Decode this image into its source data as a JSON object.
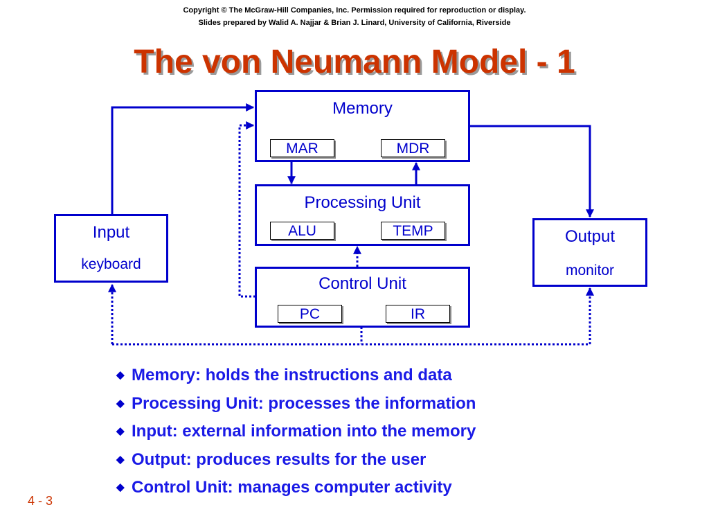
{
  "header": {
    "copyright": "Copyright © The McGraw-Hill Companies, Inc. Permission required for reproduction or display.",
    "prepared_by": "Slides prepared by Walid A. Najjar & Brian J. Linard, University of California, Riverside"
  },
  "title": "The von Neumann Model - 1",
  "diagram": {
    "memory": {
      "label": "Memory",
      "registers": [
        "MAR",
        "MDR"
      ]
    },
    "processing_unit": {
      "label": "Processing Unit",
      "registers": [
        "ALU",
        "TEMP"
      ]
    },
    "control_unit": {
      "label": "Control Unit",
      "registers": [
        "PC",
        "IR"
      ]
    },
    "input": {
      "label": "Input",
      "device": "keyboard"
    },
    "output": {
      "label": "Output",
      "device": "monitor"
    },
    "colors": {
      "box": "#0000cc",
      "wire": "#0000cc",
      "title": "#cc3300"
    }
  },
  "bullets": [
    "Memory: holds the instructions and data",
    "Processing Unit:  processes the information",
    "Input:  external information into the memory",
    "Output:  produces results for the user",
    "Control Unit:  manages computer activity"
  ],
  "page_number": "4 - 3"
}
